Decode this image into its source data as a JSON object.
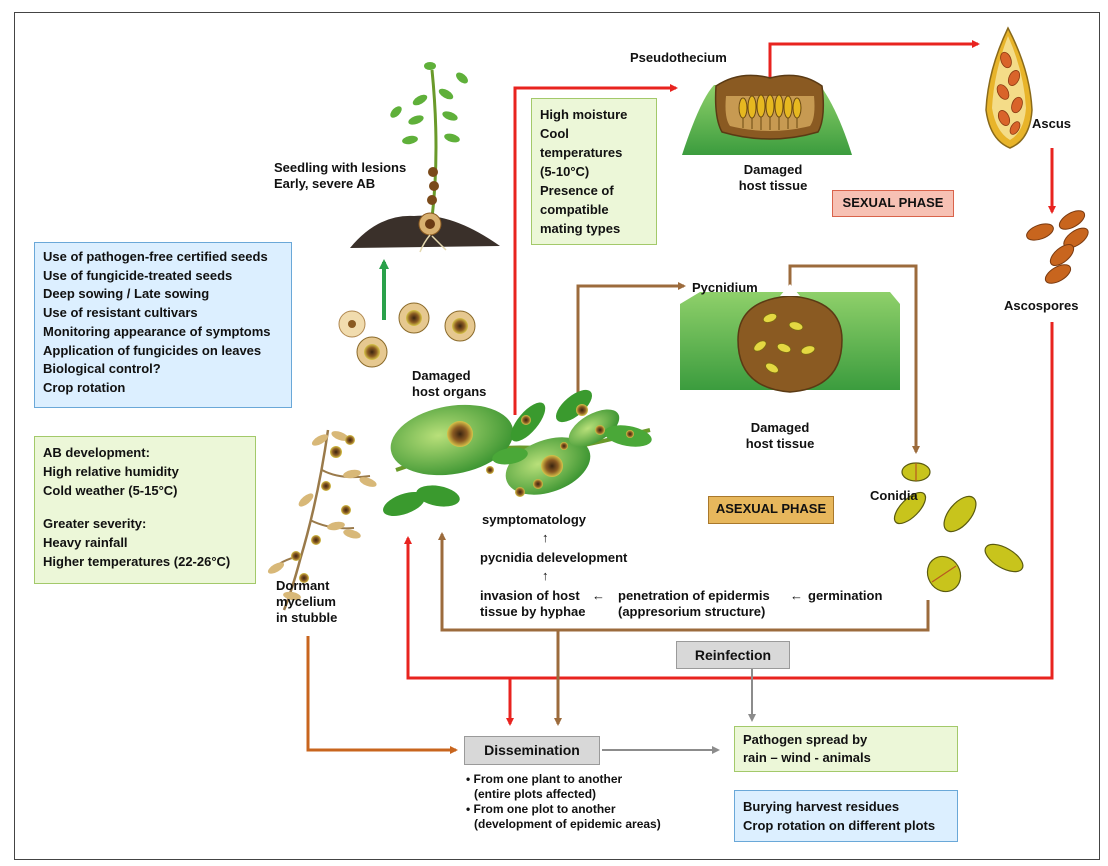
{
  "labels": {
    "pseudothecium": "Pseudothecium",
    "ascus": "Ascus",
    "ascospores": "Ascospores",
    "damaged_host_tissue_1": "Damaged",
    "damaged_host_tissue_1b": "host tissue",
    "pycnidium": "Pycnidium",
    "damaged_host_tissue_2": "Damaged",
    "damaged_host_tissue_2b": "host tissue",
    "conidia": "Conidia",
    "seedling_line1": "Seedling with lesions",
    "seedling_line2": "Early, severe AB",
    "damaged_organs_line1": "Damaged",
    "damaged_organs_line2": "host organs",
    "dormant_line1": "Dormant",
    "dormant_line2": "mycelium",
    "dormant_line3": "in stubble"
  },
  "sexual_conditions": [
    "High moisture",
    "Cool",
    "temperatures",
    "(5-10°C)",
    "Presence of",
    "compatible",
    "mating types"
  ],
  "phases": {
    "sexual": "SEXUAL PHASE",
    "asexual": "ASEXUAL PHASE"
  },
  "control_measures": [
    "Use of pathogen-free certified seeds",
    "Use of fungicide-treated seeds",
    "Deep sowing / Late sowing",
    "Use of resistant cultivars",
    "Monitoring appearance of symptoms",
    "Application of fungicides on leaves",
    "Biological control?",
    "Crop rotation"
  ],
  "ab_development": {
    "title": "AB development:",
    "items": [
      "High relative humidity",
      "Cold weather (5-15°C)"
    ],
    "severity_title": "Greater severity:",
    "severity_items": [
      "Heavy rainfall",
      "Higher temperatures (22-26°C)"
    ]
  },
  "symptom_chain": {
    "symptomatology": "symptomatology",
    "up1": "↑",
    "pycnidia": "pycnidia delevelopment",
    "up2": "↑",
    "invasion_1": "invasion of host",
    "invasion_2": "tissue by hyphae",
    "arrow_left_1": "←",
    "penetration_1": "penetration of epidermis",
    "penetration_2": "(appresorium structure)",
    "arrow_left_2": "←",
    "germination": "germination"
  },
  "reinfection": "Reinfection",
  "dissemination": "Dissemination",
  "dissemination_notes": [
    [
      "• From one plant to another",
      "(entire plots affected)"
    ],
    [
      "• From one plot to another",
      "(development of epidemic areas)"
    ]
  ],
  "pathogen_spread": [
    "Pathogen spread by",
    "rain – wind - animals"
  ],
  "burying": [
    "Burying harvest residues",
    "Crop rotation on different plots"
  ],
  "colors": {
    "red": "#e8231f",
    "brown": "#9c6b3c",
    "orange": "#c8651e",
    "gray": "#8c8c8c",
    "green": "#2aa14a"
  }
}
